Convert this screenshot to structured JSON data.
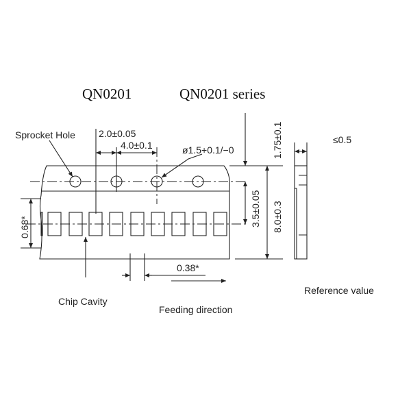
{
  "titles": {
    "left": "QN0201",
    "right": "QN0201 series"
  },
  "labels": {
    "sprocket_hole": "Sprocket Hole",
    "chip_cavity": "Chip Cavity",
    "feeding_direction": "Feeding direction",
    "reference_value": "Reference value"
  },
  "dimensions": {
    "pitch_hole_to_cavity": "2.0±0.05",
    "hole_pitch": "4.0±0.1",
    "hole_diameter": "ø1.5+0.1/−0",
    "edge_to_hole": "1.75±0.1",
    "hole_to_cavity": "3.5±0.05",
    "tape_width": "8.0±0.3",
    "thickness": "≤0.5",
    "cavity_length": "0.68*",
    "cavity_width": "0.38*"
  }
}
